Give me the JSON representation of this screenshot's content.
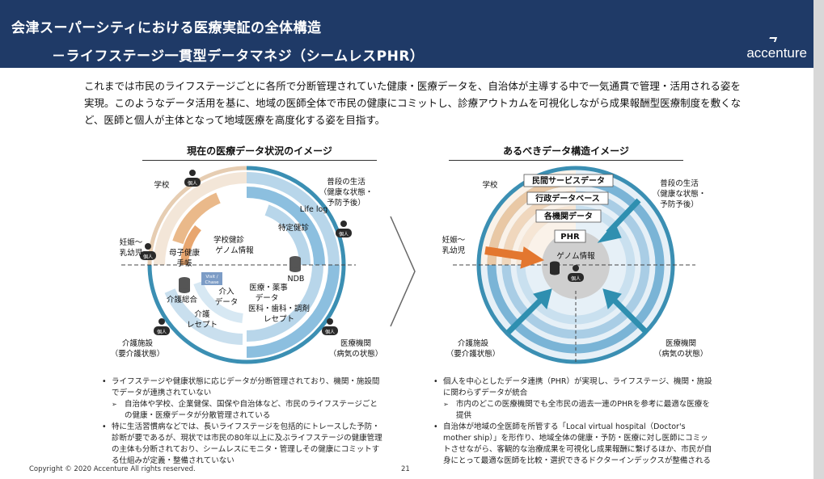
{
  "header": {
    "title_line1": "会津スーパーシティにおける医療実証の全体構造",
    "title_line2": "－ライフステージ一貫型データマネジ（シームレスPHR）",
    "brand": "accenture"
  },
  "intro": "これまでは市民のライフステージごとに各所で分断管理されていた健康・医療データを、自治体が主導する中で一気通貫で管理・活用される姿を実現。このようなデータ活用を基に、地域の医師全体で市民の健康にコミットし、診療アウトカムを可視化しながら成果報酬型医療制度を敷くなど、医師と個人が主体となって地域医療を高度化する姿を目指す。",
  "left_panel": {
    "title": "現在の医療データ状況のイメージ",
    "labels": {
      "school": "学校",
      "daily_life": "普段の生活",
      "healthy_1": "（健康な状態・",
      "healthy_2": "予防予後）",
      "lifelog": "Life log",
      "specific_checkup": "特定健診",
      "pregnancy_1": "妊娠～",
      "pregnancy_2": "乳幼児",
      "mch_1": "母子健康",
      "mch_2": "手帳",
      "school_checkup": "学校健診",
      "genome": "ゲノム情報",
      "ndb": "NDB",
      "visit_1": "Visit /",
      "visit_2": "Chase",
      "care_db": "介護総合",
      "intervention_1": "介入",
      "intervention_2": "データ",
      "medpharm_1": "医療・薬事",
      "medpharm_2": "データ",
      "medpharm_3": "医科・歯科・調剤",
      "medpharm_4": "レセプト",
      "care_receipt_1": "介護",
      "care_receipt_2": "レセプト",
      "care_facility_1": "介護施設",
      "care_facility_2": "（要介護状態）",
      "hospital_1": "医療機関",
      "hospital_2": "（病気の状態）",
      "person": "個人"
    }
  },
  "right_panel": {
    "title": "あるべきデータ構造イメージ",
    "labels": {
      "school": "学校",
      "private_data": "民間サービスデータ",
      "admin_db": "行政データベース",
      "inst_data": "各機関データ",
      "phr": "PHR",
      "genome": "ゲノム情報",
      "daily_life": "普段の生活",
      "healthy_1": "（健康な状態・",
      "healthy_2": "予防予後）",
      "pregnancy_1": "妊娠～",
      "pregnancy_2": "乳幼児",
      "care_facility_1": "介護施設",
      "care_facility_2": "（要介護状態）",
      "hospital_1": "医療機関",
      "hospital_2": "（病気の状態）",
      "person": "個人"
    }
  },
  "bullets_left": [
    {
      "level": 1,
      "text": "ライフステージや健康状態に応じデータが分断管理されており、機関・施設間でデータが連携されていない"
    },
    {
      "level": 2,
      "text": "自治体や学校、企業健保、国保や自治体など、市民のライフステージごとの健康・医療データが分散管理されている"
    },
    {
      "level": 1,
      "text": "特に生活習慣病などでは、長いライフステージを包括的にトレースした予防・診断が要であるが、現状では市民の80年以上に及ぶライフステージの健康管理の主体も分断されており、シームレスにモニタ・管理しその健康にコミットする仕組みが定義・整備されていない"
    }
  ],
  "bullets_right": [
    {
      "level": 1,
      "text": "個人を中心としたデータ連携（PHR）が実現し、ライフステージ、機関・施設に関わらずデータが統合"
    },
    {
      "level": 2,
      "text": "市内のどこの医療機関でも全市民の過去一連のPHRを参考に最適な医療を提供"
    },
    {
      "level": 1,
      "text": "自治体が地域の全医師を所管する「Local virtual hospital（Doctor's mother ship）」を形作り、地域全体の健康・予防・医療に対し医師にコミットさせながら、客観的な治療成果を可視化し成果報酬に繋げるほか、市民が自身にとって最適な医師を比較・選択できるドクターインデックスが整備される"
    }
  ],
  "footer": {
    "copyright": "Copyright © 2020 Accenture  All rights reserved.",
    "page": "21"
  }
}
